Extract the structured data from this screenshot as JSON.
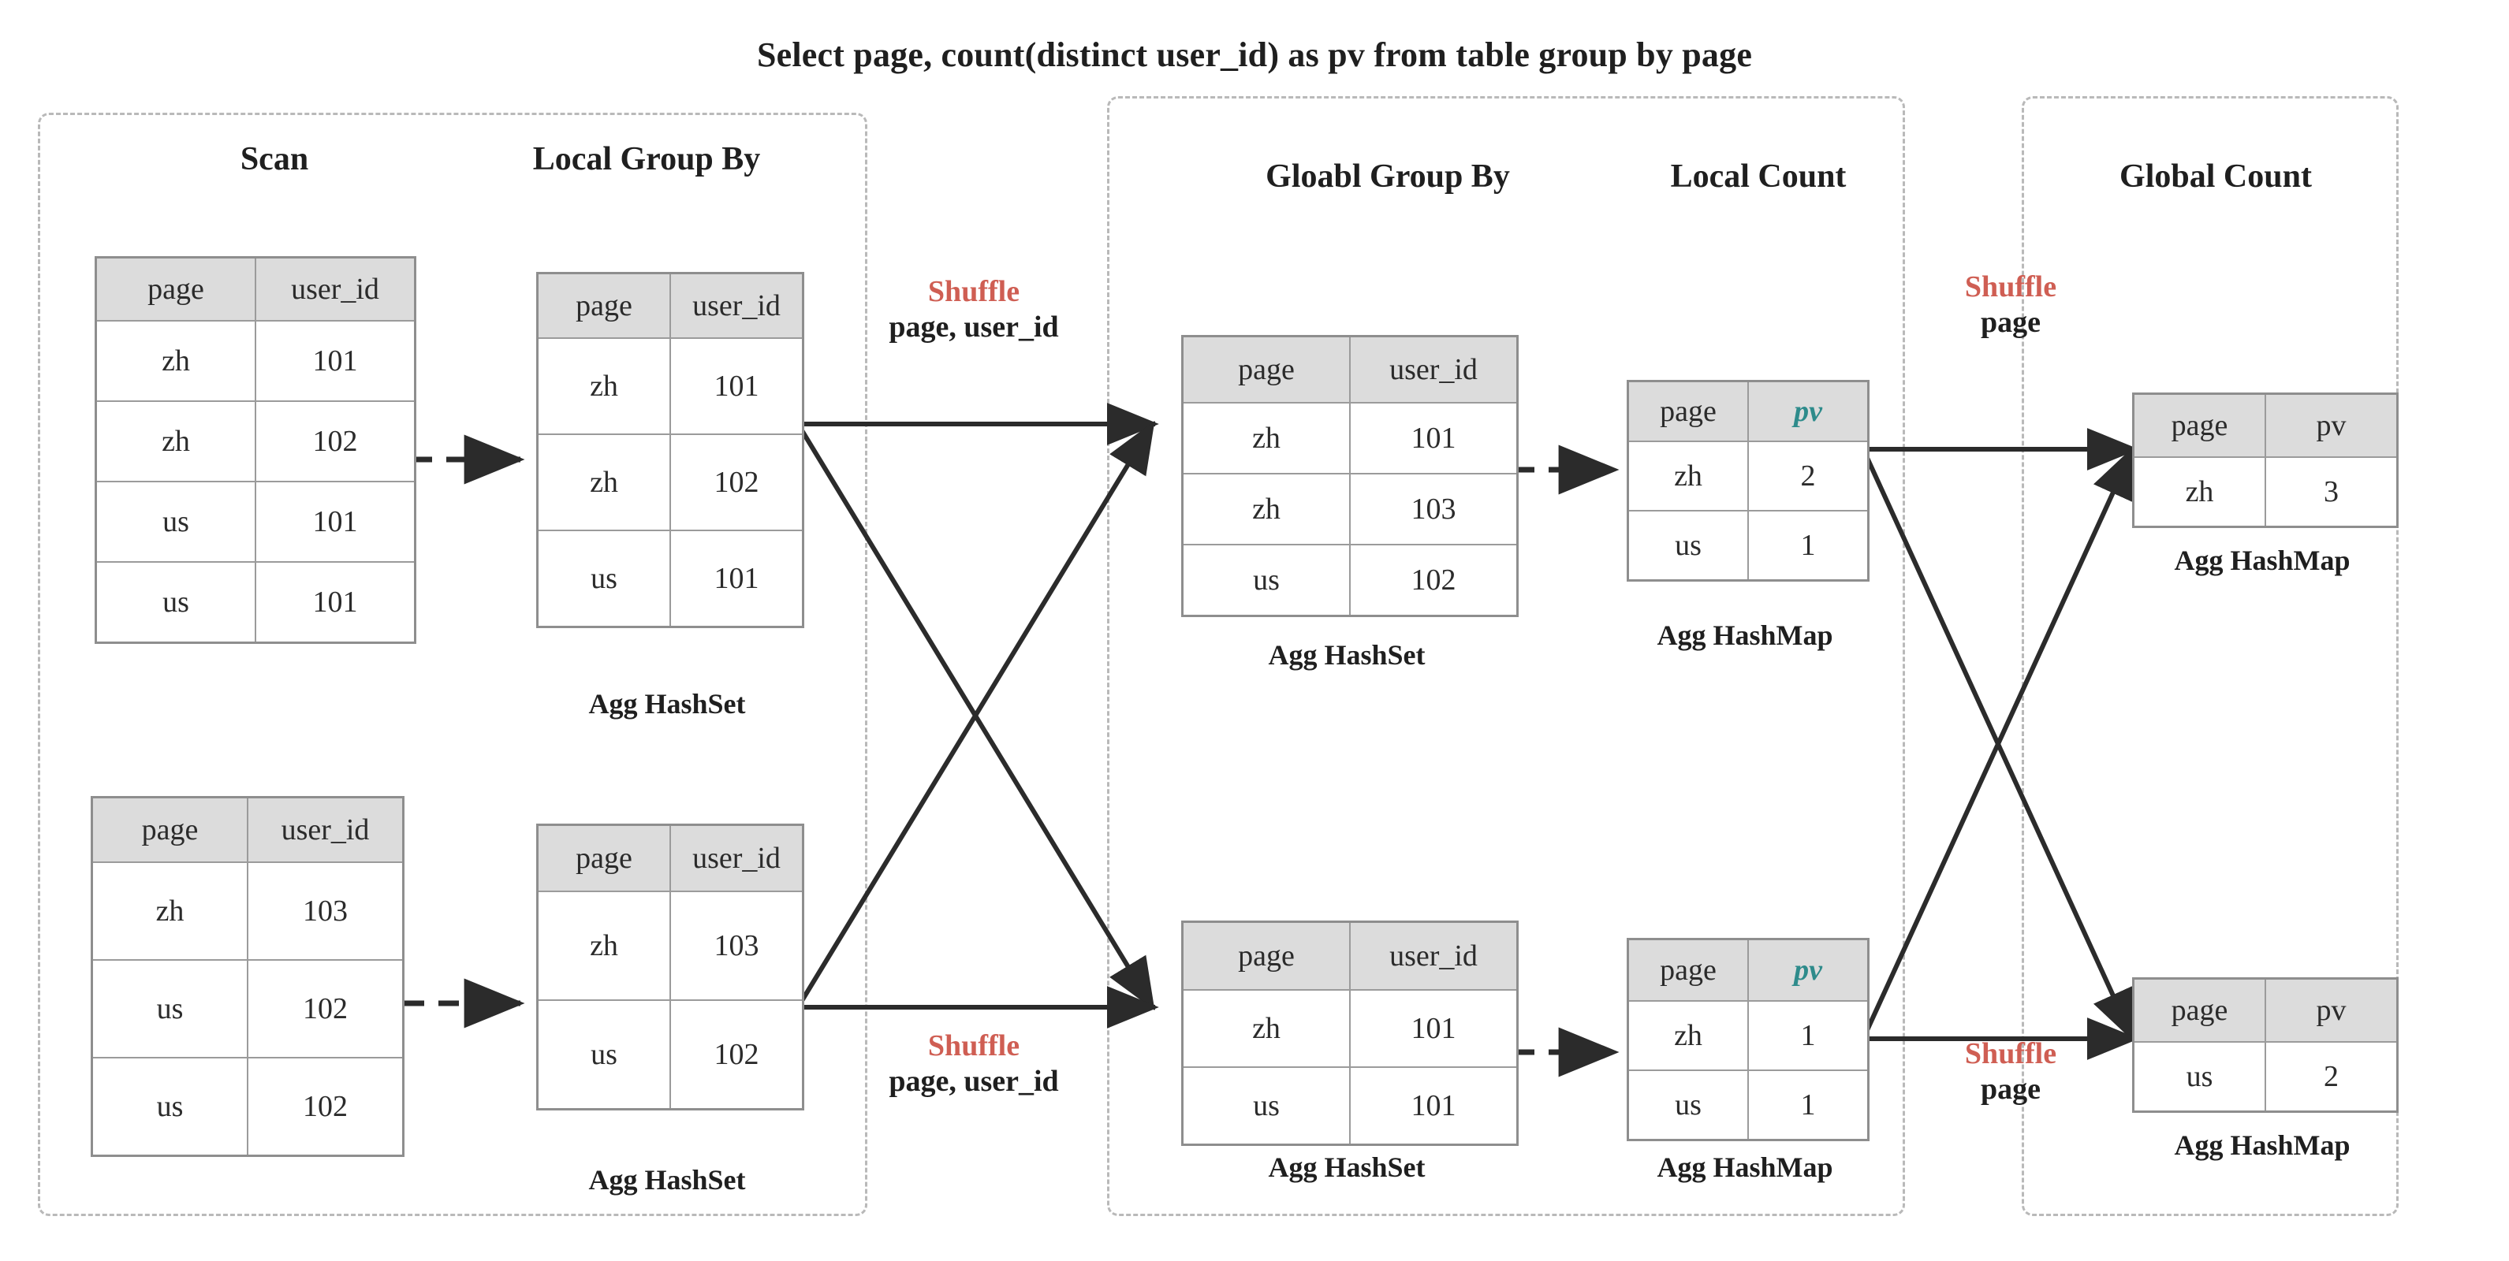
{
  "title": "Select page, count(distinct user_id) as pv from table group by page",
  "stages": [
    {
      "id": "scan",
      "label": "Scan"
    },
    {
      "id": "local-group-by",
      "label": "Local Group By"
    },
    {
      "id": "global-group-by",
      "label": "Gloabl Group By"
    },
    {
      "id": "local-count",
      "label": "Local Count"
    },
    {
      "id": "global-count",
      "label": "Global Count"
    }
  ],
  "captions": {
    "agg_hashset": "Agg HashSet",
    "agg_hashmap": "Agg HashMap"
  },
  "columns": {
    "page": "page",
    "user_id": "user_id",
    "pv": "pv"
  },
  "tables": {
    "scan_top": {
      "headers": [
        "page",
        "user_id"
      ],
      "rows": [
        [
          "zh",
          "101"
        ],
        [
          "zh",
          "102"
        ],
        [
          "us",
          "101"
        ],
        [
          "us",
          "101"
        ]
      ]
    },
    "scan_bottom": {
      "headers": [
        "page",
        "user_id"
      ],
      "rows": [
        [
          "zh",
          "103"
        ],
        [
          "us",
          "102"
        ],
        [
          "us",
          "102"
        ]
      ]
    },
    "local_group_top": {
      "headers": [
        "page",
        "user_id"
      ],
      "rows": [
        [
          "zh",
          "101"
        ],
        [
          "zh",
          "102"
        ],
        [
          "us",
          "101"
        ]
      ],
      "caption": "Agg HashSet"
    },
    "local_group_bottom": {
      "headers": [
        "page",
        "user_id"
      ],
      "rows": [
        [
          "zh",
          "103"
        ],
        [
          "us",
          "102"
        ]
      ],
      "caption": "Agg HashSet"
    },
    "global_group_top": {
      "headers": [
        "page",
        "user_id"
      ],
      "rows": [
        [
          "zh",
          "101"
        ],
        [
          "zh",
          "103"
        ],
        [
          "us",
          "102"
        ]
      ],
      "caption": "Agg HashSet"
    },
    "global_group_bottom": {
      "headers": [
        "page",
        "user_id"
      ],
      "rows": [
        [
          "zh",
          "101"
        ],
        [
          "us",
          "101"
        ]
      ],
      "caption": "Agg HashSet"
    },
    "local_count_top": {
      "headers": [
        "page",
        "pv"
      ],
      "rows": [
        [
          "zh",
          "2"
        ],
        [
          "us",
          "1"
        ]
      ],
      "caption": "Agg HashMap"
    },
    "local_count_bottom": {
      "headers": [
        "page",
        "pv"
      ],
      "rows": [
        [
          "zh",
          "1"
        ],
        [
          "us",
          "1"
        ]
      ],
      "caption": "Agg HashMap"
    },
    "global_count_top": {
      "headers": [
        "page",
        "pv"
      ],
      "rows": [
        [
          "zh",
          "3"
        ]
      ],
      "caption": "Agg HashMap"
    },
    "global_count_bottom": {
      "headers": [
        "page",
        "pv"
      ],
      "rows": [
        [
          "us",
          "2"
        ]
      ],
      "caption": "Agg HashMap"
    }
  },
  "shuffles": {
    "left_top": {
      "title": "Shuffle",
      "keys": "page, user_id"
    },
    "left_bottom": {
      "title": "Shuffle",
      "keys": "page, user_id"
    },
    "right_top": {
      "title": "Shuffle",
      "keys": "page"
    },
    "right_bottom": {
      "title": "Shuffle",
      "keys": "page"
    }
  },
  "colors": {
    "shuffle_red": "#cf5e53",
    "pv_teal": "#2e8b8b",
    "header_fill": "#dcdcdc",
    "table_border": "#8e8e8e",
    "stage_border": "#b9b9b9"
  }
}
